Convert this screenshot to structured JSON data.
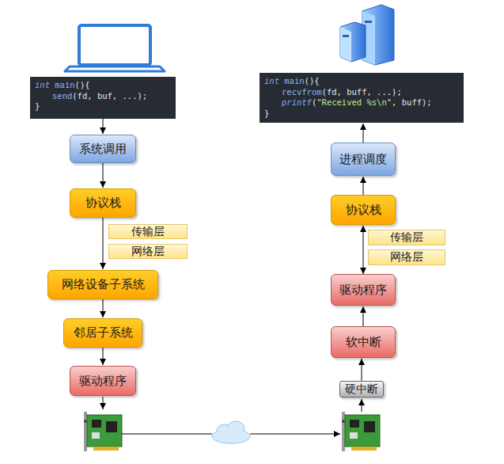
{
  "diagram": {
    "nodes": [
      {
        "text": [
          "int main(){",
          "send(fd, buf, ...);",
          "}"
        ]
      },
      {
        "text": [
          "系统调用"
        ]
      },
      {
        "text": [
          "协议栈"
        ]
      },
      {
        "text": [
          "传输层"
        ]
      },
      {
        "text": [
          "网络层"
        ]
      },
      {
        "text": [
          "网络设备子系统"
        ]
      },
      {
        "text": [
          "邻居子系统"
        ]
      },
      {
        "text": [
          "驱动程序"
        ]
      },
      {
        "text": [
          "int main(){",
          "recvfrom(fd, buff, ...);",
          "printf(\"Received %s\\n\", buff);",
          "}"
        ]
      },
      {
        "text": [
          "进程调度"
        ]
      },
      {
        "text": [
          "协议栈"
        ]
      },
      {
        "text": [
          "传输层"
        ]
      },
      {
        "text": [
          "网络层"
        ]
      },
      {
        "text": [
          "驱动程序"
        ]
      },
      {
        "text": [
          "软中断"
        ]
      },
      {
        "text": [
          "硬中断"
        ]
      }
    ],
    "edges": [
      {
        "from": 0,
        "to": 1,
        "arrow": "to"
      },
      {
        "from": 1,
        "to": 2,
        "arrow": "to"
      },
      {
        "from": 2,
        "to": 5,
        "arrow": "to"
      },
      {
        "from": 5,
        "to": 6,
        "arrow": "to"
      },
      {
        "from": 6,
        "to": 7,
        "arrow": "to"
      },
      {
        "from": 9,
        "to": 8,
        "arrow": "to"
      },
      {
        "from": 10,
        "to": 9,
        "arrow": "to"
      },
      {
        "from": 13,
        "to": 10,
        "arrow": "both"
      },
      {
        "from": 14,
        "to": 13,
        "arrow": "to"
      },
      {
        "from": 15,
        "to": 14,
        "arrow": "to"
      }
    ]
  }
}
